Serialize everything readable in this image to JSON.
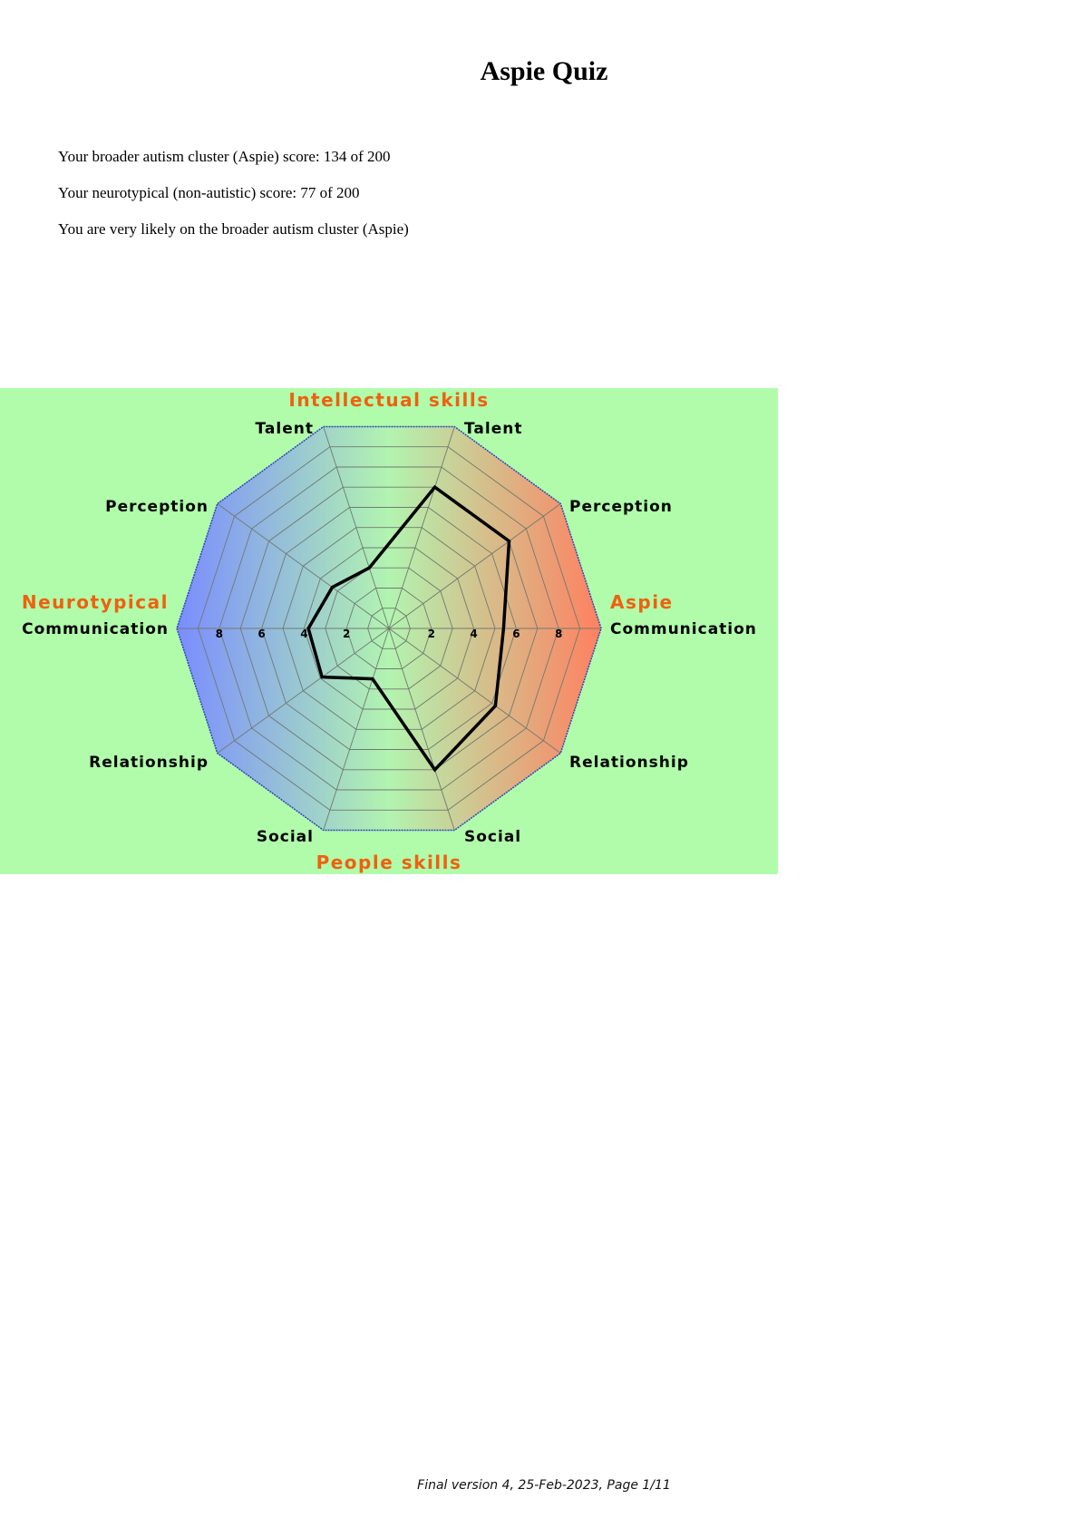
{
  "document": {
    "title": "Aspie Quiz",
    "results": [
      "Your broader autism cluster (Aspie) score: 134 of 200",
      "Your neurotypical (non-autistic) score: 77 of 200",
      "You are very likely on the broader autism cluster (Aspie)"
    ],
    "footer": "Final version 4, 25-Feb-2023,  Page 1/11"
  },
  "colors": {
    "panel_bg": "#b0fcaa",
    "neurotypical_side": "#7a8cff",
    "center": "#b2f4b0",
    "aspie_side": "#ff8060",
    "group_label": "#f06010",
    "axis_label": "#000000",
    "grid_line": "#707a70",
    "outline": "#3040c0",
    "data_line": "#000000"
  },
  "chart_data": {
    "type": "radar",
    "title": "",
    "group_labels": {
      "top": "Intellectual skills",
      "bottom": "People skills",
      "left": "Neurotypical",
      "right": "Aspie"
    },
    "axes": [
      "Talent",
      "Perception",
      "Communication",
      "Relationship",
      "Social"
    ],
    "range": [
      0,
      10
    ],
    "ticks": [
      2,
      4,
      6,
      8
    ],
    "grid": true,
    "series": [
      {
        "name": "Aspie",
        "side": "right",
        "values": [
          7.0,
          7.0,
          5.4,
          6.2,
          7.0
        ]
      },
      {
        "name": "Neurotypical",
        "side": "left",
        "values": [
          3.0,
          3.3,
          3.8,
          3.9,
          2.5
        ]
      }
    ]
  }
}
